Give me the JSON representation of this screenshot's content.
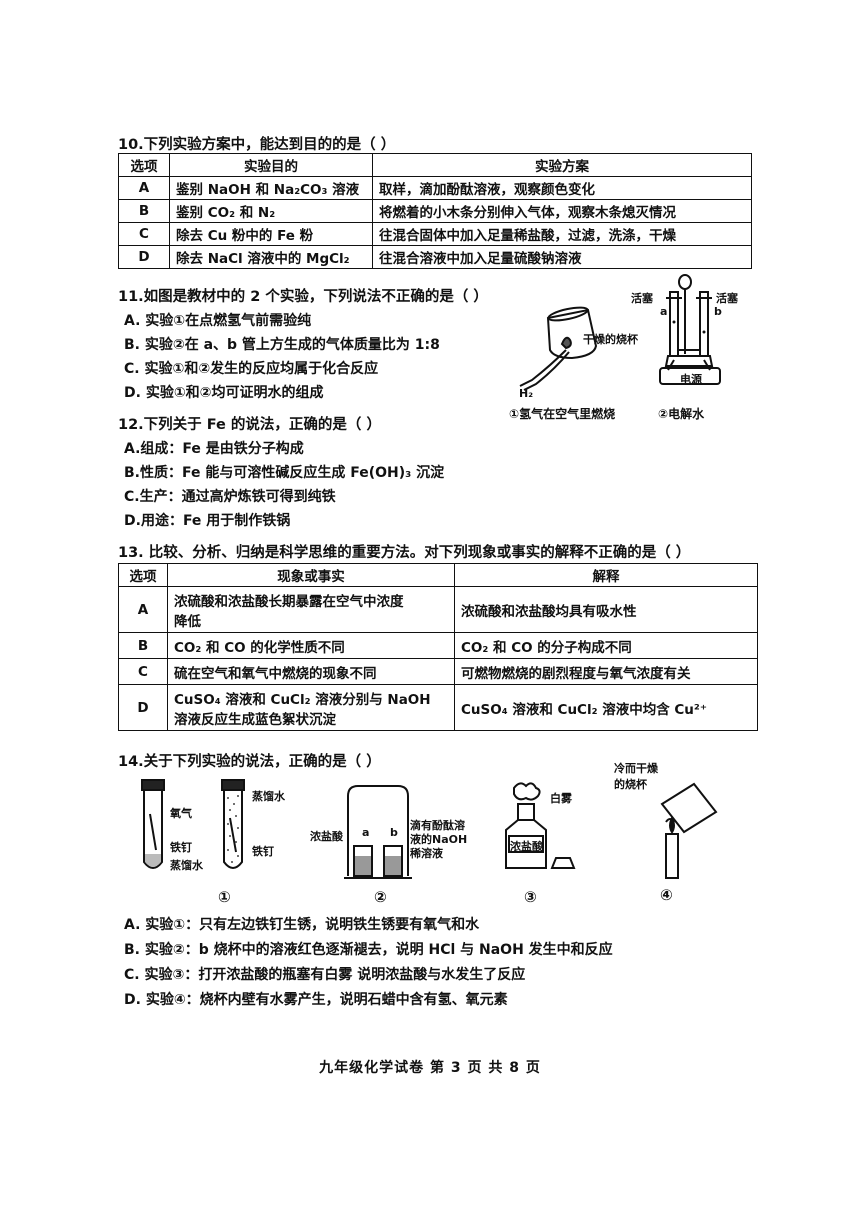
{
  "q10": {
    "stem": "10.下列实验方案中，能达到目的的是（     ）",
    "headers": [
      "选项",
      "实验目的",
      "实验方案"
    ],
    "rows": [
      {
        "opt": "A",
        "purpose": "鉴别 NaOH 和 Na₂CO₃ 溶液",
        "plan": "取样，滴加酚酞溶液，观察颜色变化"
      },
      {
        "opt": "B",
        "purpose": "鉴别 CO₂ 和 N₂",
        "plan": "将燃着的小木条分别伸入气体，观察木条熄灭情况"
      },
      {
        "opt": "C",
        "purpose": "除去 Cu 粉中的 Fe 粉",
        "plan": "往混合固体中加入足量稀盐酸，过滤，洗涤，干燥"
      },
      {
        "opt": "D",
        "purpose": "除去 NaCl 溶液中的 MgCl₂",
        "plan": "往混合溶液中加入足量硫酸钠溶液"
      }
    ]
  },
  "q11": {
    "stem": "11.如图是教材中的 2 个实验，下列说法不正确的是（       ）",
    "options": [
      "A. 实验①在点燃氢气前需验纯",
      "B. 实验②在 a、b 管上方生成的气体质量比为 1:8",
      "C. 实验①和②发生的反应均属于化合反应",
      "D. 实验①和②均可证明水的组成"
    ],
    "figure": {
      "label_cup": "干燥的烧杯",
      "label_h2": "H₂",
      "label_valve_left": "活塞",
      "label_valve_right": "活塞",
      "label_a": "a",
      "label_b": "b",
      "label_power": "电源",
      "caption1": "①氢气在空气里燃烧",
      "caption2": "②电解水"
    }
  },
  "q12": {
    "stem": "12.下列关于 Fe 的说法，正确的是（      ）",
    "options": [
      "A.组成：Fe 是由铁分子构成",
      "B.性质：Fe 能与可溶性碱反应生成 Fe(OH)₃ 沉淀",
      "C.生产：通过高炉炼铁可得到纯铁",
      "D.用途：Fe 用于制作铁锅"
    ]
  },
  "q13": {
    "stem": "13. 比较、分析、归纳是科学思维的重要方法。对下列现象或事实的解释不正确的是（      ）",
    "headers": [
      "选项",
      "现象或事实",
      "解释"
    ],
    "rows": [
      {
        "opt": "A",
        "fact_line1": "浓硫酸和浓盐酸长期暴露在空气中浓度",
        "fact_line2": "降低",
        "explain": "浓硫酸和浓盐酸均具有吸水性"
      },
      {
        "opt": "B",
        "fact_line1": "CO₂ 和 CO 的化学性质不同",
        "fact_line2": "",
        "explain": "CO₂ 和 CO 的分子构成不同"
      },
      {
        "opt": "C",
        "fact_line1": "硫在空气和氧气中燃烧的现象不同",
        "fact_line2": "",
        "explain": "可燃物燃烧的剧烈程度与氧气浓度有关"
      },
      {
        "opt": "D",
        "fact_line1": "CuSO₄ 溶液和 CuCl₂ 溶液分别与 NaOH",
        "fact_line2": "溶液反应生成蓝色絮状沉淀",
        "explain": "CuSO₄ 溶液和 CuCl₂ 溶液中均含 Cu²⁺"
      }
    ]
  },
  "q14": {
    "stem": "14.关于下列实验的说法，正确的是（     ）",
    "figure": {
      "label_oxygen": "氧气",
      "label_nail1": "铁钉",
      "label_water1": "蒸馏水",
      "label_water2": "蒸馏水",
      "label_nail2": "铁钉",
      "label_hcl": "浓盐酸",
      "label_a": "a",
      "label_b": "b",
      "label_naoh_1": "滴有酚酞溶",
      "label_naoh_2": "液的NaOH",
      "label_naoh_3": "稀溶液",
      "label_fog": "白雾",
      "label_bottle": "浓盐酸",
      "label_cup_1": "冷而干燥",
      "label_cup_2": "的烧杯",
      "num1": "①",
      "num2": "②",
      "num3": "③",
      "num4": "④"
    },
    "options": [
      "A. 实验①：只有左边铁钉生锈，说明铁生锈要有氧气和水",
      "B. 实验②：b 烧杯中的溶液红色逐渐褪去，说明 HCl 与 NaOH 发生中和反应",
      "C. 实验③：打开浓盐酸的瓶塞有白雾  说明浓盐酸与水发生了反应",
      "D. 实验④：烧杯内壁有水雾产生，说明石蜡中含有氢、氧元素"
    ]
  },
  "footer": "九年级化学试卷 第 3 页 共 8 页"
}
